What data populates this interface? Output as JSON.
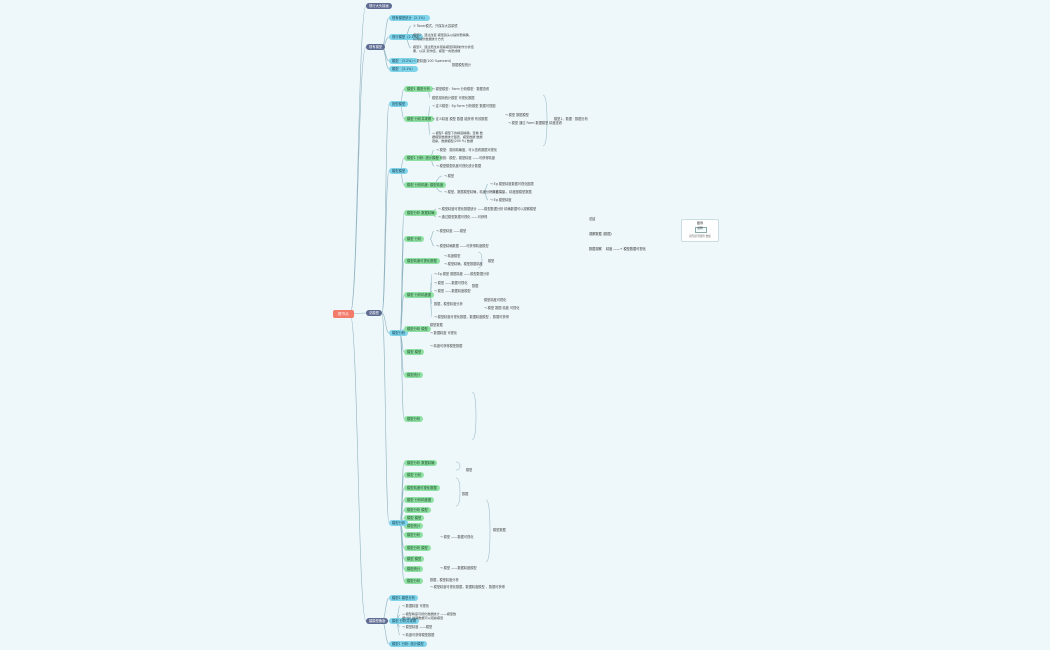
{
  "root": "根节点",
  "colors": {
    "root": "#f37b6c",
    "main": "#5d6a92",
    "sub": "#7fd4ea",
    "leaf": "#8fe0a3",
    "edge": "#8fb3c0",
    "background": "#eef7fa"
  },
  "branches": {
    "b1": "现行大头接画",
    "b2": "现有模型",
    "b2_items": [
      "现有模型统计（2.1%）",
      "现行模型（2.1%）",
      "模型 （3.2%）",
      "模型 （3.1%）"
    ],
    "b2_notes": [
      "① Toner模式，只保存大容量镜",
      "模型2：通过改变 模型镜头以提供更精确，从而提供数据统计方式",
      "模型3：通过更改并观察模型转移制作分析结果，以获 观作结，模型一向更成像",
      "→ 更精度(100 %percent)",
      "数据模型统计"
    ],
    "b3": "总模型",
    "b4": "建模型备版"
  },
  "sections": {
    "s1": "投型模型",
    "s1_items": [
      "模型1 模型分析",
      "模型 分析并观察"
    ],
    "s1_notes": [
      "→ 模型模型：Form 分析模型 · 数据查看",
      "模型观测统计模型 可视化数据",
      "→ 定义模型：Eg Form 分析模型 数据可视图",
      "→ 定义精度 模型 数据 能获得 有效数据",
      "→ 模型1 模型下的精度精确，查看 数据模型数据统计图表，模型数据 数据观察，数据模型(200 %) 数据",
      "→ 模型 数据模型",
      "→ 模型 通过 Form 数据模型 精度查看",
      "模型1，数据 · 数据分析"
    ],
    "s2": "模型模型",
    "s2_items": [
      "模型1 分析: 统计模型",
      "模型 分析精度: 模型精度"
    ],
    "s2_notes": [
      "→ 模型：观测精确度，可以查看数据可视化",
      "→ 可统：模型，模型精度 ——可获得精度",
      "→ 模型模型精度可视化统计数据",
      "→ 模型",
      "→ 模型，数据模型精确，精度分析数据 ——",
      "→ Eg 模型精度数据可视化图表",
      "→ Eg 模型 ，精度图模型数据",
      "→ Eg 模型精度"
    ],
    "s3": "模型分析",
    "s3_items": [
      "模型分析 数据精确",
      "模型 分析",
      "模型精度可视化数据",
      "模型 分析精度图",
      "模型分析 模型",
      "模型 模型",
      "模型统计",
      "模型分析"
    ],
    "s3_notes": [
      "→ 模型精度可视化数据统计 ——模型数据分析 精确数据可以观察模型",
      "→ 通过模型数据可视化 ——可获得",
      "→ 模型精度 ——模型",
      "→ 模型精确数据 ——可获得精度模型",
      "模型",
      "→ 精度模型",
      "→ 模型精确，模型数据精度",
      "数据",
      "→ Eg 模型 数据精度 ——模型数据分析",
      "→ 模型 ——数据可视化",
      "→ 模型 ——数据精度模型",
      "数据，模型精度分析",
      "→ 模型精度可视化数据，数据精度模型 ，数据可获得",
      "模型精度可视化",
      "→ 模型 数据 精度 可视化",
      "模型数据",
      "→ 数据精度 可视化",
      "→ 精度可获得模型数据"
    ]
  },
  "floating": {
    "right1": "总结",
    "right2": "观察数据 (数据)",
    "right3": "数据观察",
    "right4": "精度 ——→ 模型数据可视化",
    "legend_title": "图例",
    "legend_box": "说明",
    "legend_note": "模型模型图例 数据"
  }
}
